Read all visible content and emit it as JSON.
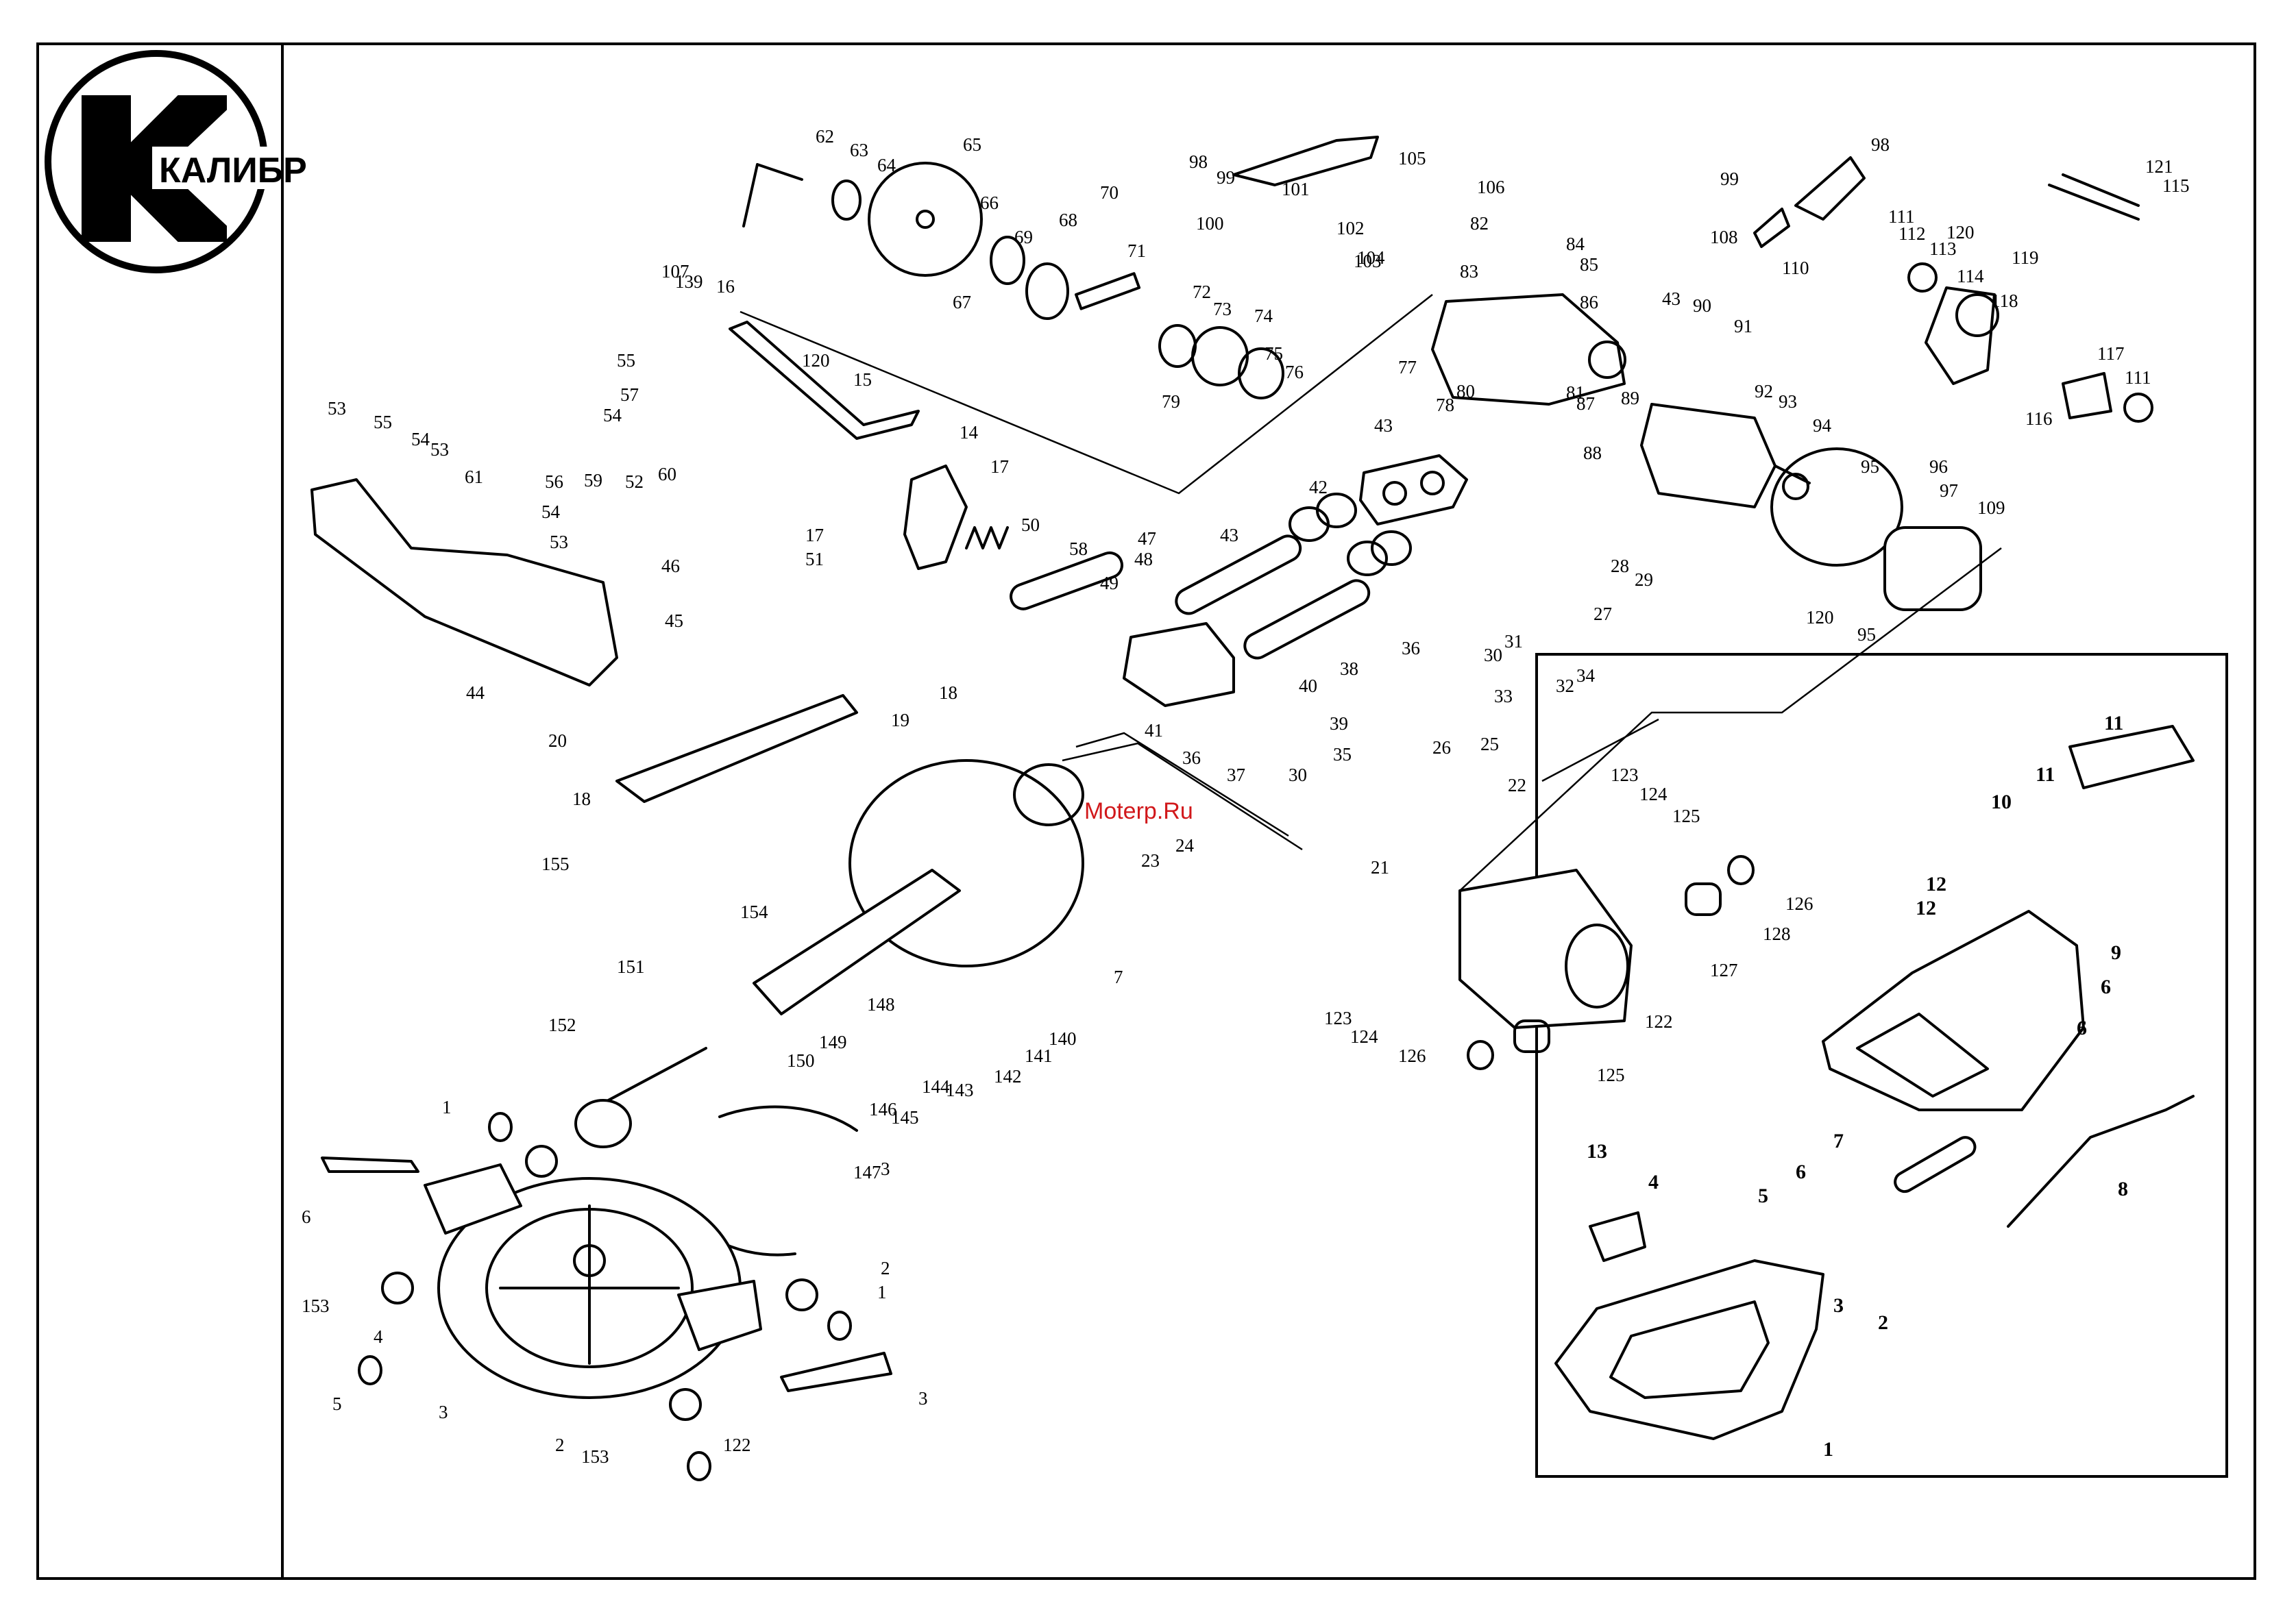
{
  "brand": {
    "logo_text": "КАЛИБР",
    "logo_icon": "kalibr-logo-icon"
  },
  "watermark": "Moterp.Ru",
  "labels": {
    "main": [
      "62",
      "63",
      "64",
      "65",
      "66",
      "67",
      "68",
      "69",
      "70",
      "71",
      "72",
      "73",
      "74",
      "75",
      "76",
      "98",
      "99",
      "100",
      "101",
      "102",
      "103",
      "104",
      "105",
      "106",
      "82",
      "77",
      "83",
      "84",
      "85",
      "86",
      "43",
      "79",
      "78",
      "80",
      "81",
      "87",
      "88",
      "89",
      "90",
      "91",
      "92",
      "93",
      "94",
      "95",
      "96",
      "97",
      "109",
      "98",
      "99",
      "108",
      "110",
      "111",
      "112",
      "113",
      "114",
      "118",
      "119",
      "120",
      "121",
      "115",
      "116",
      "117",
      "111",
      "95",
      "120",
      "107",
      "139",
      "16",
      "120",
      "15",
      "14",
      "17",
      "17",
      "51",
      "50",
      "58",
      "55",
      "57",
      "54",
      "53",
      "55",
      "54",
      "53",
      "61",
      "60",
      "59",
      "56",
      "54",
      "53",
      "52",
      "46",
      "45",
      "44",
      "47",
      "48",
      "49",
      "43",
      "42",
      "43",
      "41",
      "40",
      "36",
      "37",
      "36",
      "38",
      "39",
      "35",
      "30",
      "31",
      "30",
      "32",
      "33",
      "34",
      "28",
      "29",
      "27",
      "26",
      "25",
      "22",
      "21",
      "18",
      "19",
      "20",
      "18",
      "155",
      "154",
      "7",
      "24",
      "23",
      "151",
      "152",
      "148",
      "149",
      "150",
      "140",
      "141",
      "142",
      "143",
      "144",
      "145",
      "146",
      "147",
      "3",
      "1",
      "6",
      "2",
      "153",
      "4",
      "3",
      "1",
      "3",
      "5",
      "2",
      "153",
      "122",
      "123",
      "124",
      "125",
      "126",
      "128",
      "127",
      "122",
      "123",
      "124",
      "126",
      "125"
    ],
    "inset": [
      "11",
      "11",
      "10",
      "12",
      "12",
      "9",
      "6",
      "6",
      "7",
      "8",
      "13",
      "4",
      "6",
      "5",
      "3",
      "2",
      "1"
    ]
  }
}
